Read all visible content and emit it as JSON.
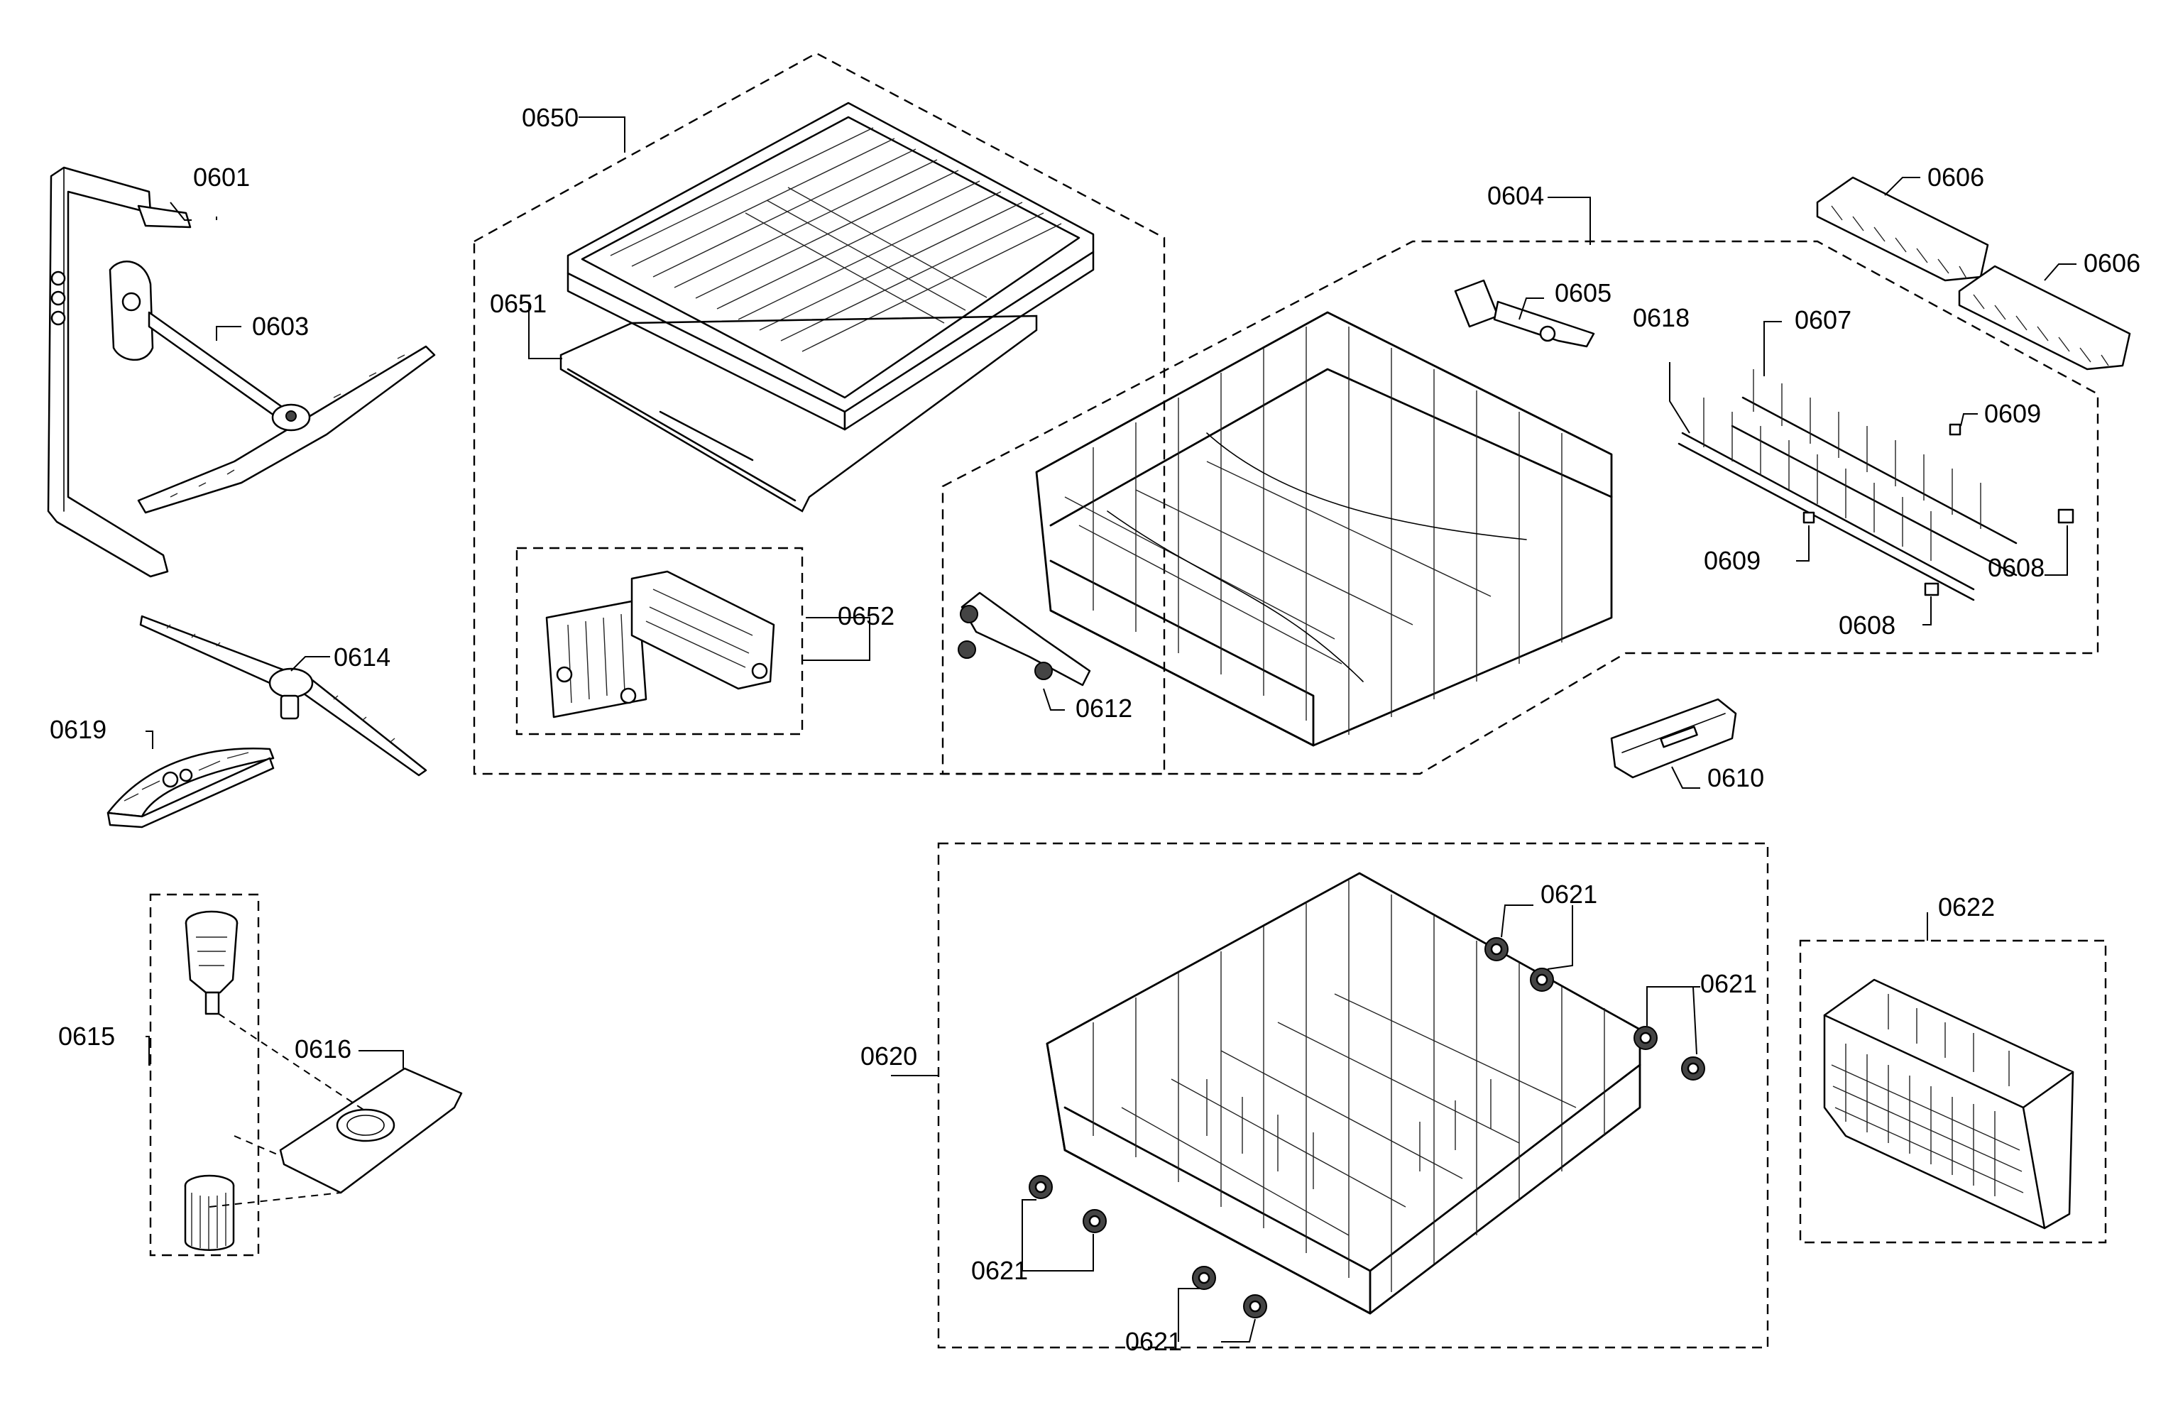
{
  "labels": {
    "p0601": "0601",
    "p0603": "0603",
    "p0614": "0614",
    "p0619": "0619",
    "p0615": "0615",
    "p0616": "0616",
    "p0650": "0650",
    "p0651": "0651",
    "p0652": "0652",
    "p0604": "0604",
    "p0605": "0605",
    "p0612": "0612",
    "p0618": "0618",
    "p0607": "0607",
    "p0606a": "0606",
    "p0606b": "0606",
    "p0609a": "0609",
    "p0609b": "0609",
    "p0608a": "0608",
    "p0608b": "0608",
    "p0610": "0610",
    "p0620": "0620",
    "p0621a": "0621",
    "p0621b": "0621",
    "p0621c": "0621",
    "p0621d": "0621",
    "p0622": "0622"
  }
}
